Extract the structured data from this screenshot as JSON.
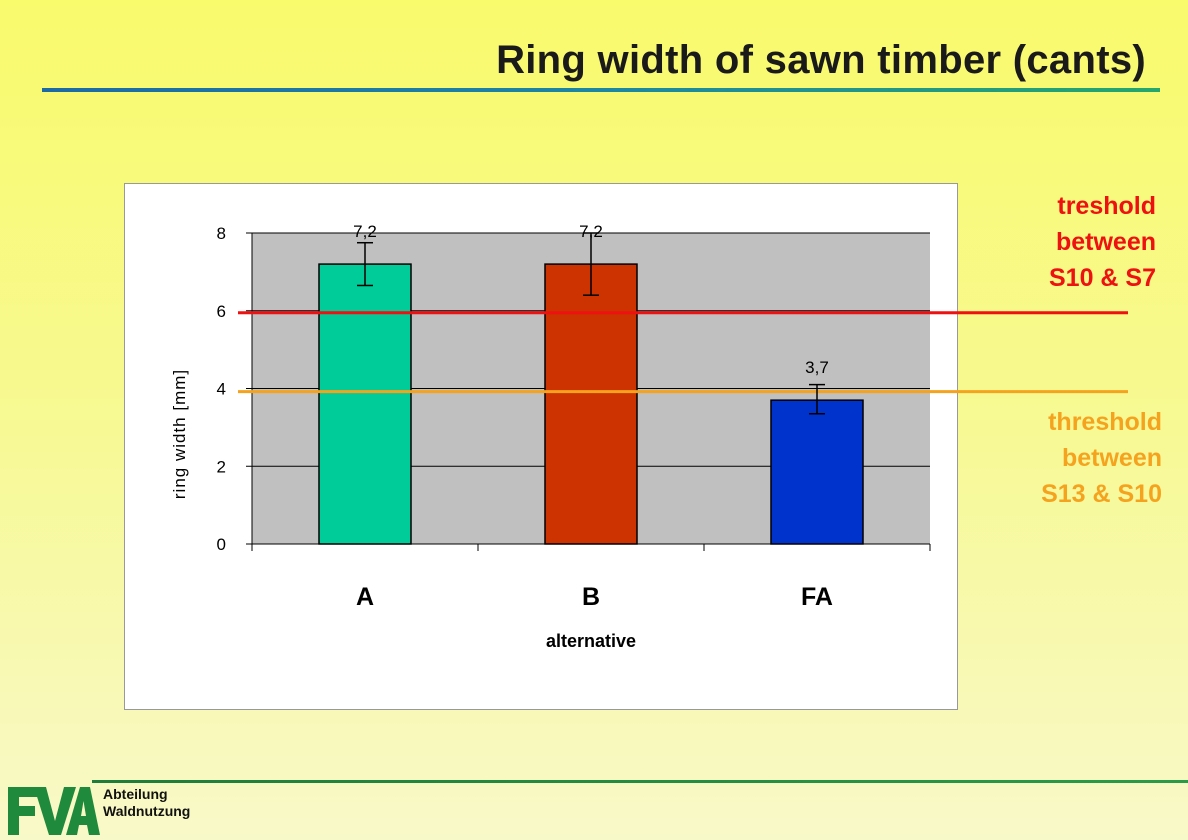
{
  "title": "Ring width of sawn timber (cants)",
  "chart_data": {
    "type": "bar",
    "categories": [
      "A",
      "B",
      "FA"
    ],
    "values": [
      7.2,
      7.2,
      3.7
    ],
    "value_labels": [
      "7,2",
      "7,2",
      "3,7"
    ],
    "error_bars": [
      [
        6.65,
        7.75
      ],
      [
        6.4,
        8.0
      ],
      [
        3.35,
        4.1
      ]
    ],
    "bar_colors": [
      "#00cc99",
      "#cc3300",
      "#0033cc"
    ],
    "xlabel": "alternative",
    "ylabel": "ring width [mm]",
    "ylim": [
      0,
      8
    ],
    "yticks": [
      0,
      2,
      4,
      6,
      8
    ],
    "ytick_labels": [
      "0",
      "2",
      "4",
      "6",
      "8"
    ],
    "plot_background": "#c0c0c0",
    "thresholds": [
      {
        "value": 5.95,
        "color": "#ee1111",
        "label": [
          "treshold",
          "between",
          "S10 & S7"
        ]
      },
      {
        "value": 3.92,
        "color": "#f5a31e",
        "label": [
          "threshold",
          "between",
          "S13 & S10"
        ]
      }
    ]
  },
  "footer": {
    "logo_text": "FVA",
    "department": [
      "Abteilung",
      "Waldnutzung"
    ],
    "logo_color": "#1f8a3c"
  }
}
